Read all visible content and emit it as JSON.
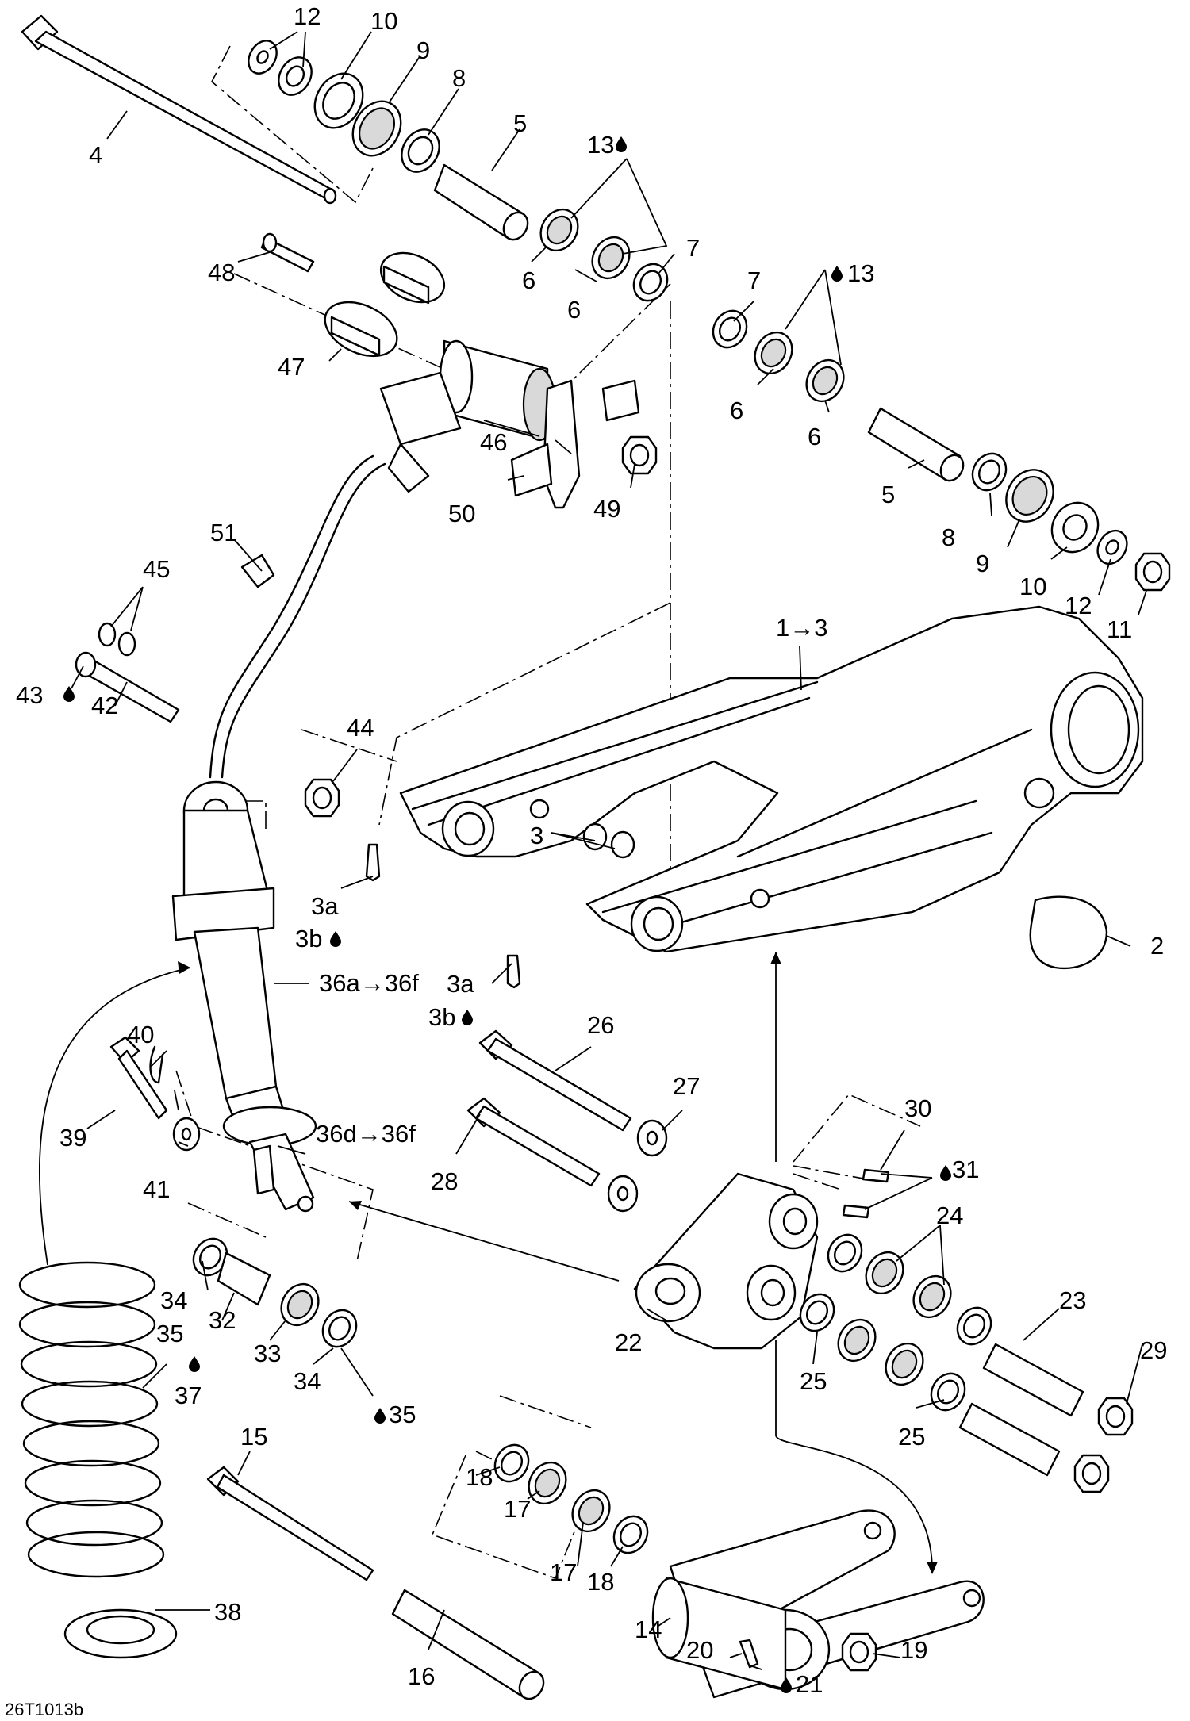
{
  "drawing_ref": "26T1013b",
  "callouts": [
    {
      "id": "c1",
      "text": "1→3"
    },
    {
      "id": "c2",
      "text": "2"
    },
    {
      "id": "c3",
      "text": "3"
    },
    {
      "id": "c3a-1",
      "text": "3a"
    },
    {
      "id": "c3b-1",
      "text": "3b"
    },
    {
      "id": "c3a-2",
      "text": "3a"
    },
    {
      "id": "c3b-2",
      "text": "3b"
    },
    {
      "id": "c4",
      "text": "4"
    },
    {
      "id": "c5-top",
      "text": "5"
    },
    {
      "id": "c5-right",
      "text": "5"
    },
    {
      "id": "c6-a",
      "text": "6"
    },
    {
      "id": "c6-b",
      "text": "6"
    },
    {
      "id": "c6-c",
      "text": "6"
    },
    {
      "id": "c6-d",
      "text": "6"
    },
    {
      "id": "c7-a",
      "text": "7"
    },
    {
      "id": "c7-b",
      "text": "7"
    },
    {
      "id": "c8-top",
      "text": "8"
    },
    {
      "id": "c8-right",
      "text": "8"
    },
    {
      "id": "c9-top",
      "text": "9"
    },
    {
      "id": "c9-right",
      "text": "9"
    },
    {
      "id": "c10-top",
      "text": "10"
    },
    {
      "id": "c10-right",
      "text": "10"
    },
    {
      "id": "c11",
      "text": "11"
    },
    {
      "id": "c12-top",
      "text": "12"
    },
    {
      "id": "c12-right",
      "text": "12"
    },
    {
      "id": "c13-a",
      "text": "13"
    },
    {
      "id": "c13-b",
      "text": "13"
    },
    {
      "id": "c14",
      "text": "14"
    },
    {
      "id": "c15",
      "text": "15"
    },
    {
      "id": "c16",
      "text": "16"
    },
    {
      "id": "c17-a",
      "text": "17"
    },
    {
      "id": "c17-b",
      "text": "17"
    },
    {
      "id": "c18-a",
      "text": "18"
    },
    {
      "id": "c18-b",
      "text": "18"
    },
    {
      "id": "c19",
      "text": "19"
    },
    {
      "id": "c20",
      "text": "20"
    },
    {
      "id": "c21",
      "text": "21"
    },
    {
      "id": "c22",
      "text": "22"
    },
    {
      "id": "c23",
      "text": "23"
    },
    {
      "id": "c24",
      "text": "24"
    },
    {
      "id": "c25-a",
      "text": "25"
    },
    {
      "id": "c25-b",
      "text": "25"
    },
    {
      "id": "c26",
      "text": "26"
    },
    {
      "id": "c27",
      "text": "27"
    },
    {
      "id": "c28",
      "text": "28"
    },
    {
      "id": "c29",
      "text": "29"
    },
    {
      "id": "c30",
      "text": "30"
    },
    {
      "id": "c31",
      "text": "31"
    },
    {
      "id": "c32",
      "text": "32"
    },
    {
      "id": "c33",
      "text": "33"
    },
    {
      "id": "c34-a",
      "text": "34"
    },
    {
      "id": "c34-b",
      "text": "34"
    },
    {
      "id": "c35-a",
      "text": "35"
    },
    {
      "id": "c35-b",
      "text": "35"
    },
    {
      "id": "c36a",
      "text": "36a→36f"
    },
    {
      "id": "c36d",
      "text": "36d→36f"
    },
    {
      "id": "c37",
      "text": "37"
    },
    {
      "id": "c38",
      "text": "38"
    },
    {
      "id": "c39",
      "text": "39"
    },
    {
      "id": "c40",
      "text": "40"
    },
    {
      "id": "c41",
      "text": "41"
    },
    {
      "id": "c42",
      "text": "42"
    },
    {
      "id": "c43",
      "text": "43"
    },
    {
      "id": "c44",
      "text": "44"
    },
    {
      "id": "c45",
      "text": "45"
    },
    {
      "id": "c46",
      "text": "46"
    },
    {
      "id": "c47",
      "text": "47"
    },
    {
      "id": "c48",
      "text": "48"
    },
    {
      "id": "c49",
      "text": "49"
    },
    {
      "id": "c50",
      "text": "50"
    },
    {
      "id": "c51",
      "text": "51"
    }
  ],
  "lubricant_icon": "oil-drop-icon"
}
